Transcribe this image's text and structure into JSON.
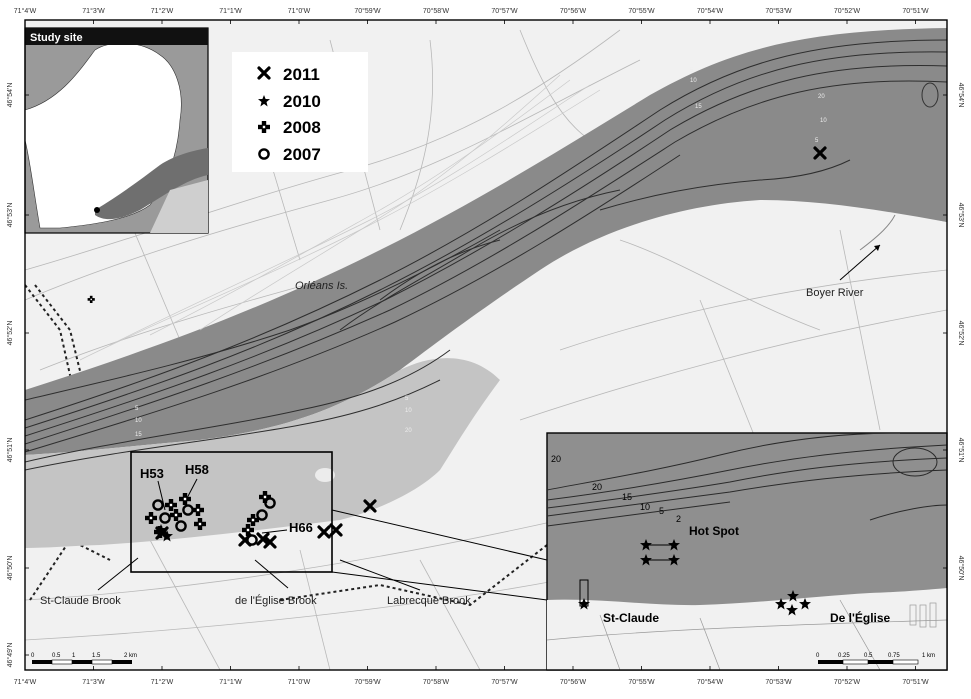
{
  "map": {
    "lon_ticks_top": [
      "71°4'W",
      "71°3'W",
      "71°2'W",
      "71°1'W",
      "71°0'W",
      "70°59'W",
      "70°58'W",
      "70°57'W",
      "70°56'W",
      "70°55'W",
      "70°54'W",
      "70°53'W",
      "70°52'W",
      "70°51'W"
    ],
    "lon_ticks_bottom": [
      "71°4'W",
      "71°3'W",
      "71°2'W",
      "71°1'W",
      "71°0'W",
      "70°59'W",
      "70°58'W",
      "70°57'W",
      "70°56'W",
      "70°55'W",
      "70°54'W",
      "70°53'W",
      "70°52'W",
      "70°51'W"
    ],
    "lat_ticks_left": [
      "46°54'N",
      "46°53'N",
      "46°52'N",
      "46°51'N",
      "46°50'N",
      "46°49'N"
    ],
    "lat_ticks_right": [
      "46°54'N",
      "46°53'N",
      "46°52'N",
      "46°51'N",
      "46°50'N"
    ],
    "labels": {
      "orleans": "Orléans Is.",
      "boyer": "Boyer River",
      "st_claude_brook": "St-Claude Brook",
      "eglise_brook": "de l'Église Brook",
      "labrecque_brook": "Labrecque Brook",
      "h53": "H53",
      "h58": "H58",
      "h66": "H66"
    },
    "depth_labels": [
      "20",
      "15",
      "10",
      "5",
      "2"
    ],
    "scale": {
      "ticks": [
        "0",
        "0.5",
        "1",
        "1.5",
        "2 km"
      ]
    }
  },
  "inset_study_site": {
    "title": "Study site"
  },
  "legend": {
    "items": [
      {
        "year": "2011",
        "symbol": "cross-icon"
      },
      {
        "year": "2010",
        "symbol": "star-icon"
      },
      {
        "year": "2008",
        "symbol": "plus-icon"
      },
      {
        "year": "2007",
        "symbol": "circle-icon"
      }
    ]
  },
  "inset_detail": {
    "depth_labels": [
      "20",
      "20",
      "15",
      "10",
      "5",
      "2"
    ],
    "labels": {
      "hot_spot": "Hot Spot",
      "st_claude": "St-Claude",
      "de_leglise": "De l'Église"
    },
    "scale": {
      "ticks": [
        "0",
        "0.25",
        "0.5",
        "0.75",
        "1 km"
      ]
    }
  },
  "colors": {
    "water_deep": "#8a8a8a",
    "water_shallow": "#c4c4c4",
    "land": "#f1f1f1",
    "contour": "#333333"
  }
}
